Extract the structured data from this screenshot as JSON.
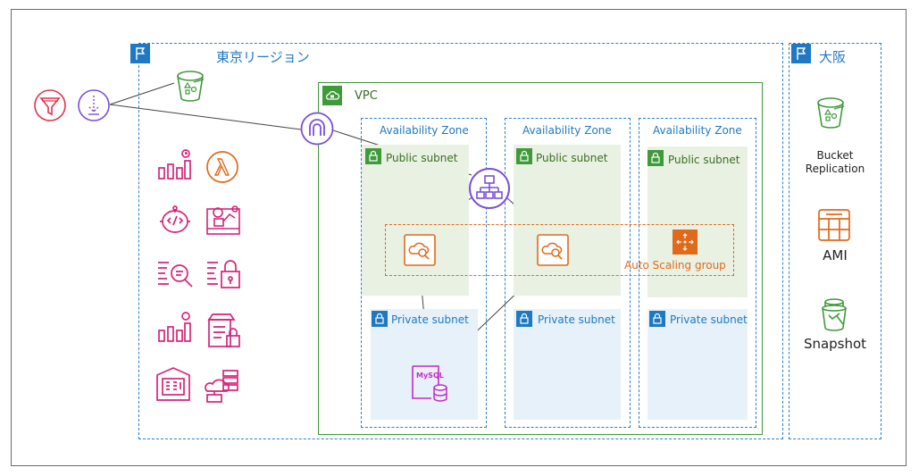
{
  "regions": {
    "tokyo": {
      "label": "東京リージョン"
    },
    "osaka": {
      "label": "大阪"
    }
  },
  "vpc": {
    "label": "VPC"
  },
  "availability_zones": [
    {
      "label": "Availability Zone"
    },
    {
      "label": "Availability Zone"
    },
    {
      "label": "Availability Zone"
    }
  ],
  "public_subnets": [
    {
      "label": "Public subnet"
    },
    {
      "label": "Public subnet"
    },
    {
      "label": "Public subnet"
    }
  ],
  "private_subnets": [
    {
      "label": "Private subnet"
    },
    {
      "label": "Private subnet"
    },
    {
      "label": "Private subnet"
    }
  ],
  "auto_scaling": {
    "label": "Auto Scaling group"
  },
  "database": {
    "label": "MySQL"
  },
  "osaka_services": {
    "bucket_replication": "Bucket\nReplication",
    "ami": "AMI",
    "snapshot": "Snapshot"
  },
  "colors": {
    "region": "#1f79c2",
    "vpc": "#3f9a3a",
    "asg": "#e06a1b",
    "storage": "#3f9a3a",
    "management": "#d6247a",
    "network": "#7b4fd6",
    "security": "#dd344c",
    "compute": "#e06a1b",
    "database": "#c928c9"
  }
}
